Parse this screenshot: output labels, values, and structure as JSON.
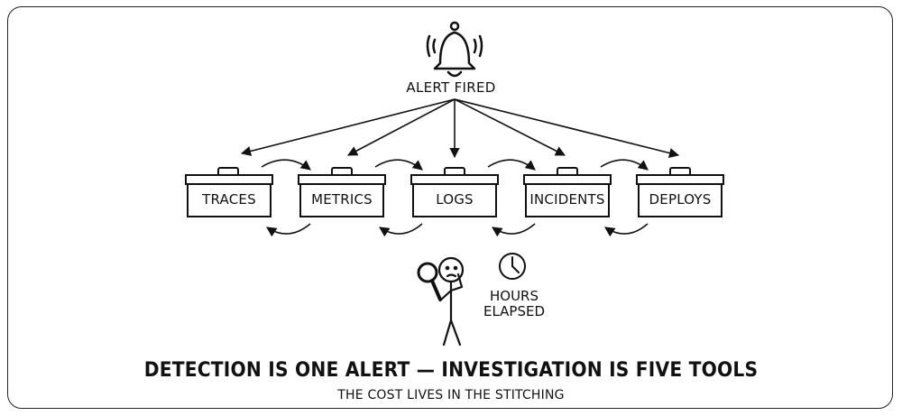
{
  "alert": {
    "label": "ALERT FIRED",
    "icon": "bell-icon"
  },
  "tools": [
    {
      "label": "TRACES"
    },
    {
      "label": "METRICS"
    },
    {
      "label": "LOGS"
    },
    {
      "label": "INCIDENTS"
    },
    {
      "label": "DEPLOYS"
    }
  ],
  "status": {
    "elapsed_line1": "HOURS",
    "elapsed_line2": "ELAPSED",
    "icon": "clock-icon"
  },
  "figure_icon": "investigator-magnifier-icon",
  "headline": "DETECTION IS ONE ALERT — INVESTIGATION IS FIVE TOOLS",
  "subline": "THE COST LIVES IN THE STITCHING",
  "colors": {
    "stroke": "#111111",
    "background": "#ffffff"
  }
}
